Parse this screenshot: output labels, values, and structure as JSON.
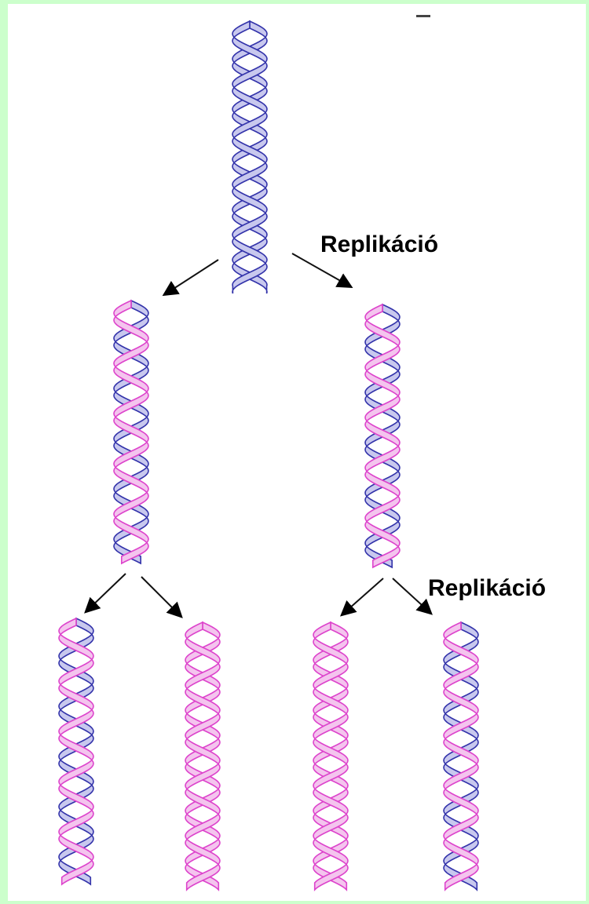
{
  "diagram": {
    "labels": {
      "replication_top": "Replikáció",
      "replication_bottom": "Replikáció"
    },
    "strand_colors": {
      "parental": "#3333aa",
      "new": "#dd44cc",
      "parental_fill": "#c8c8ee",
      "new_fill": "#f4c4ee"
    },
    "generations": [
      {
        "name": "parent",
        "helices": [
          {
            "strands": [
              "parental",
              "parental"
            ]
          }
        ]
      },
      {
        "name": "first-generation",
        "helices": [
          {
            "strands": [
              "parental",
              "new"
            ]
          },
          {
            "strands": [
              "parental",
              "new"
            ]
          }
        ]
      },
      {
        "name": "second-generation",
        "helices": [
          {
            "strands": [
              "parental",
              "new"
            ]
          },
          {
            "strands": [
              "new",
              "new"
            ]
          },
          {
            "strands": [
              "new",
              "new"
            ]
          },
          {
            "strands": [
              "parental",
              "new"
            ]
          }
        ]
      }
    ]
  }
}
